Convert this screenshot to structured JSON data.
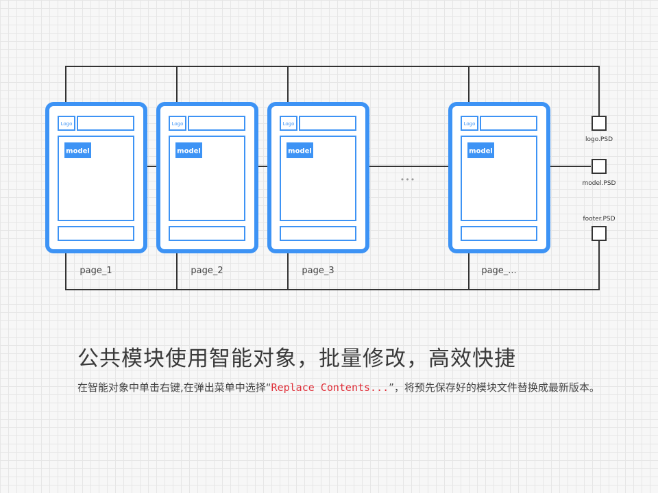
{
  "pages": [
    {
      "logo_label": "Logo",
      "model_label": "model",
      "caption": "page_1"
    },
    {
      "logo_label": "Logo",
      "model_label": "model",
      "caption": "page_2"
    },
    {
      "logo_label": "Logo",
      "model_label": "model",
      "caption": "page_3"
    },
    {
      "logo_label": "Logo",
      "model_label": "model",
      "caption": "page_..."
    }
  ],
  "ellipsis": "•••",
  "sources": [
    {
      "label": "logo.PSD"
    },
    {
      "label": "model.PSD"
    },
    {
      "label": "footer.PSD"
    }
  ],
  "colors": {
    "accent": "#3d93f5",
    "line": "#333333",
    "highlight": "#e0303a"
  },
  "caption": {
    "headline": "公共模块使用智能对象，批量修改，高效快捷",
    "desc_before": "在智能对象中单击右键,在弹出菜单中选择“",
    "desc_highlight": "Replace Contents...",
    "desc_after": "”，将预先保存好的模块文件替换成最新版本。"
  }
}
